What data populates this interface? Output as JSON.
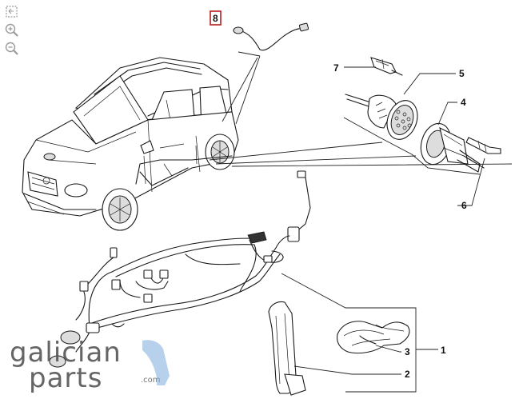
{
  "viewer": {
    "tools": [
      {
        "name": "fit-screen-icon",
        "label": "Fit"
      },
      {
        "name": "zoom-in-icon",
        "label": "Zoom in"
      },
      {
        "name": "zoom-out-icon",
        "label": "Zoom out"
      }
    ]
  },
  "diagram": {
    "selected_callout": "8",
    "callouts": [
      "1",
      "2",
      "3",
      "4",
      "5",
      "6",
      "7",
      "8"
    ]
  },
  "watermark": {
    "line1": "galician",
    "line2": "parts",
    "suffix": ".com",
    "accent_color": "#6ea3d8"
  }
}
